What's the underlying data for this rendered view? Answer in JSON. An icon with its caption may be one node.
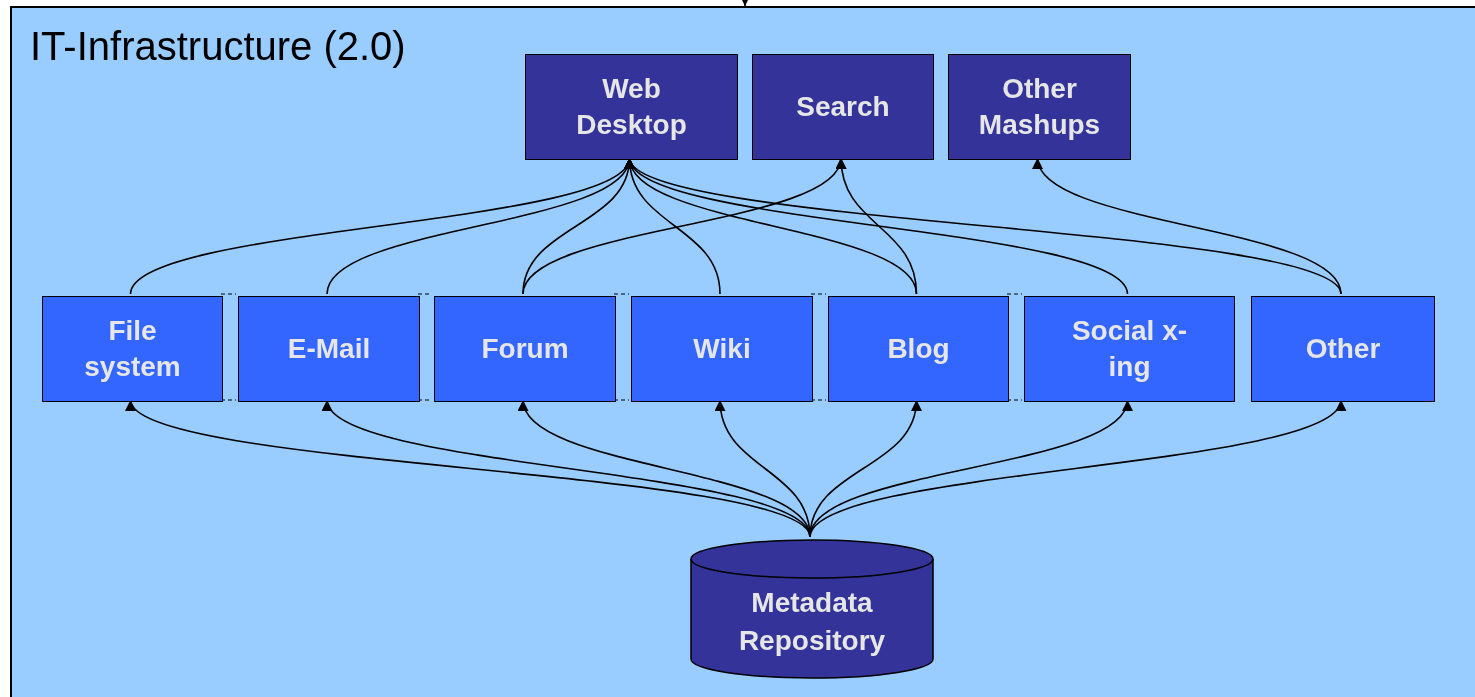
{
  "diagram": {
    "nodes": [
      {
        "text": [
          "IT-Infrastructure (2.0)"
        ]
      },
      {
        "text": [
          "Web Desktop"
        ],
        "in": 0
      },
      {
        "text": [
          "Search"
        ],
        "in": 0
      },
      {
        "text": [
          "Other Mashups"
        ],
        "in": 0
      },
      {
        "text": [
          "File system"
        ],
        "in": 0
      },
      {
        "text": [
          "E-Mail"
        ],
        "in": 0
      },
      {
        "text": [
          "Forum"
        ],
        "in": 0
      },
      {
        "text": [
          "Wiki"
        ],
        "in": 0
      },
      {
        "text": [
          "Blog"
        ],
        "in": 0
      },
      {
        "text": [
          "Social x-ing"
        ],
        "in": 0
      },
      {
        "text": [
          "Other"
        ],
        "in": 0
      },
      {
        "text": [
          "Metadata Repository"
        ],
        "in": 0
      }
    ],
    "edges": [
      {
        "from": null,
        "to": 0,
        "arrow": "to"
      },
      {
        "from": 4,
        "to": 1,
        "arrow": "to"
      },
      {
        "from": 5,
        "to": 1,
        "arrow": "to"
      },
      {
        "from": 6,
        "to": 1,
        "arrow": "to"
      },
      {
        "from": 7,
        "to": 1,
        "arrow": "to"
      },
      {
        "from": 8,
        "to": 1,
        "arrow": "to"
      },
      {
        "from": 9,
        "to": 1,
        "arrow": "to"
      },
      {
        "from": 10,
        "to": 1,
        "arrow": "to"
      },
      {
        "from": 6,
        "to": 2,
        "arrow": "to"
      },
      {
        "from": 8,
        "to": 2,
        "arrow": "to"
      },
      {
        "from": 10,
        "to": 3,
        "arrow": "to"
      },
      {
        "from": 11,
        "to": 4,
        "arrow": "to"
      },
      {
        "from": 11,
        "to": 5,
        "arrow": "to"
      },
      {
        "from": 11,
        "to": 6,
        "arrow": "to"
      },
      {
        "from": 11,
        "to": 7,
        "arrow": "to"
      },
      {
        "from": 11,
        "to": 8,
        "arrow": "to"
      },
      {
        "from": 11,
        "to": 9,
        "arrow": "to"
      },
      {
        "from": 11,
        "to": 10,
        "arrow": "to"
      }
    ]
  }
}
